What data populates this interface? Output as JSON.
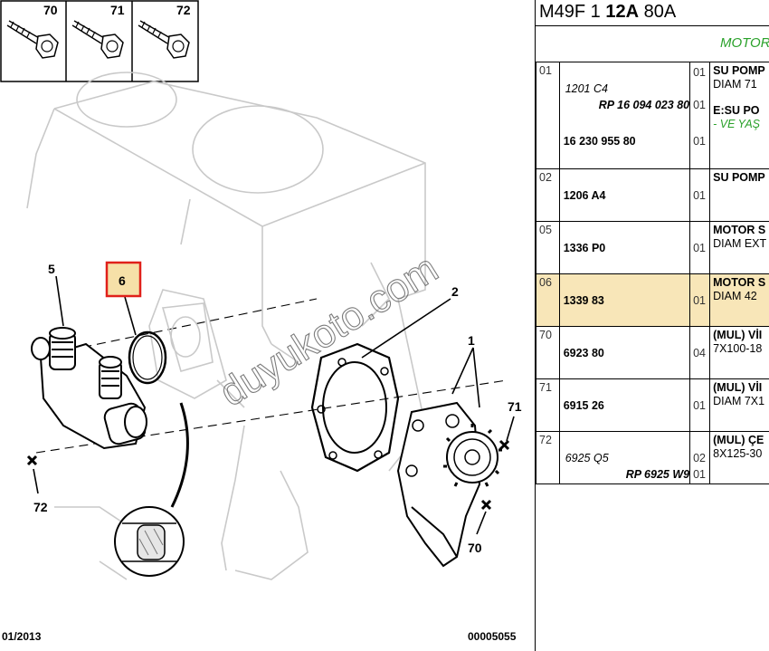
{
  "diagram": {
    "callouts": {
      "p70": "70",
      "p71": "71",
      "p72": "72",
      "c5": "5",
      "c6": "6",
      "c2": "2",
      "c1": "1",
      "c71": "71",
      "c72": "72",
      "c70": "70"
    },
    "watermark": "duyukoto.com",
    "footer_left": "01/2013",
    "footer_right": "00005055",
    "highlight_color": "#e0201a",
    "highlight_fill": "#f6e0a8"
  },
  "panel": {
    "ref_a": "M49F 1 ",
    "ref_b": "12A",
    "ref_c": " 80A",
    "section": "MOTOR",
    "rows": [
      {
        "idx": "01",
        "lines": [
          {
            "text": "1201 C4",
            "style": "it",
            "qty": ""
          },
          {
            "text": "RP 16 094 023 80",
            "style": "bold-it",
            "qty": "01"
          },
          {
            "text": "16 230 955 80",
            "style": "bold",
            "qty": "01"
          }
        ],
        "qty_top": "01",
        "desc": [
          {
            "text": "SU POMP",
            "style": "b"
          },
          {
            "text": "DIAM 71",
            "style": "n"
          },
          {
            "text": "E:SU PO",
            "style": "b"
          },
          {
            "text": "- VE YAŞ",
            "style": "g"
          }
        ]
      },
      {
        "idx": "02",
        "lines": [
          {
            "text": "1206 A4",
            "style": "bold",
            "qty": "01"
          }
        ],
        "desc": [
          {
            "text": "SU POMP",
            "style": "b"
          }
        ]
      },
      {
        "idx": "05",
        "lines": [
          {
            "text": "1336 P0",
            "style": "bold",
            "qty": "01"
          }
        ],
        "desc": [
          {
            "text": "MOTOR S",
            "style": "b"
          },
          {
            "text": "DIAM EXT",
            "style": "n"
          }
        ]
      },
      {
        "idx": "06",
        "selected": true,
        "lines": [
          {
            "text": "1339 83",
            "style": "bold",
            "qty": "01"
          }
        ],
        "desc": [
          {
            "text": "MOTOR S",
            "style": "b"
          },
          {
            "text": "DIAM 42",
            "style": "n"
          }
        ]
      },
      {
        "idx": "70",
        "lines": [
          {
            "text": "6923 80",
            "style": "bold",
            "qty": "04"
          }
        ],
        "desc": [
          {
            "text": "(MUL) VİI",
            "style": "b"
          },
          {
            "text": "7X100-18",
            "style": "n"
          }
        ]
      },
      {
        "idx": "71",
        "lines": [
          {
            "text": "6915 26",
            "style": "bold",
            "qty": "01"
          }
        ],
        "desc": [
          {
            "text": "(MUL) VİI",
            "style": "b"
          },
          {
            "text": "DIAM 7X1",
            "style": "n"
          }
        ]
      },
      {
        "idx": "72",
        "lines": [
          {
            "text": "6925 Q5",
            "style": "it",
            "qty": "02"
          },
          {
            "text": "RP 6925 W9",
            "style": "bold-it",
            "qty": "01"
          }
        ],
        "desc": [
          {
            "text": "(MUL) ÇE",
            "style": "b"
          },
          {
            "text": "8X125-30",
            "style": "n"
          }
        ]
      }
    ]
  }
}
